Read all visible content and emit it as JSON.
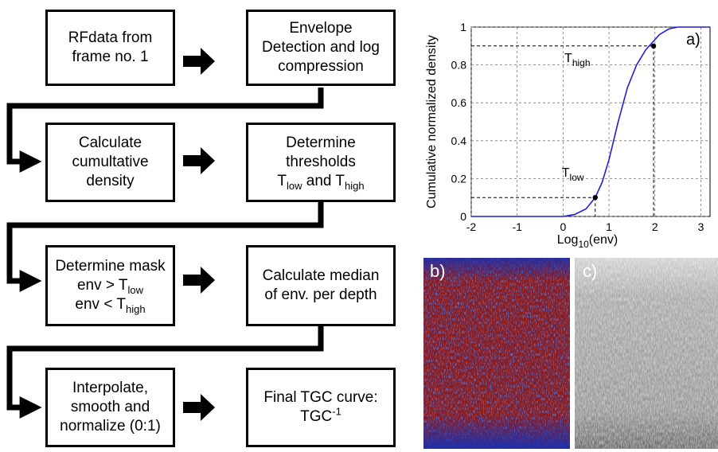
{
  "flowchart": {
    "b1": {
      "l1": "RFdata from",
      "l2": "frame no. 1"
    },
    "b2": {
      "l1": "Envelope",
      "l2": "Detection and log",
      "l3": "compression"
    },
    "b3": {
      "l1": "Calculate",
      "l2": "cumultative",
      "l3": "density"
    },
    "b4": {
      "l1": "Determine",
      "l2": "thresholds",
      "l3a": "T",
      "l3sub1": "low",
      "l3b": " and T",
      "l3sub2": "high"
    },
    "b5": {
      "l1": "Determine mask",
      "l2a": "env > T",
      "l2sub": "low",
      "l3a": "env < T",
      "l3sub": "high"
    },
    "b6": {
      "l1": "Calculate median",
      "l2": "of env. per depth"
    },
    "b7": {
      "l1": "Interpolate,",
      "l2": "smooth and",
      "l3": "normalize (0:1)"
    },
    "b8": {
      "l1": "Final TGC curve:",
      "l2a": "TGC",
      "l2sup": "-1"
    }
  },
  "chart_data": {
    "type": "line",
    "panel_label": "a)",
    "ylabel": "Cumulative normalized density",
    "xlabel_a": "Log",
    "xlabel_sub": "10",
    "xlabel_b": "(env)",
    "xlim": [
      -2,
      3.2
    ],
    "ylim": [
      0,
      1
    ],
    "xticks": [
      "-2",
      "-1",
      "0",
      "1",
      "2",
      "3"
    ],
    "yticks": [
      "0",
      "0.2",
      "0.4",
      "0.6",
      "0.8",
      "1"
    ],
    "grid": true,
    "series": [
      {
        "color": "#1f1fd6",
        "x": [
          -2,
          -1,
          0,
          0.25,
          0.5,
          0.7,
          0.85,
          1.0,
          1.2,
          1.4,
          1.6,
          1.8,
          1.95,
          2.1,
          2.3,
          2.5,
          3.2
        ],
        "y": [
          0,
          0,
          0,
          0.01,
          0.04,
          0.1,
          0.18,
          0.3,
          0.5,
          0.68,
          0.8,
          0.88,
          0.92,
          0.96,
          0.99,
          1,
          1
        ]
      }
    ],
    "annotations": {
      "t_low": {
        "label_a": "T",
        "label_sub": "low",
        "x": 0.7,
        "y": 0.1
      },
      "t_high": {
        "label_a": "T",
        "label_sub": "high",
        "x": 1.97,
        "y": 0.9
      }
    }
  },
  "images": {
    "b_label": "b)",
    "c_label": "c)"
  },
  "colors": {
    "curve": "#1f1fd6",
    "mask_red": "#8b1a1a",
    "mask_blue": "#1a2fb0",
    "ultrasound": "#9a9a9a"
  }
}
